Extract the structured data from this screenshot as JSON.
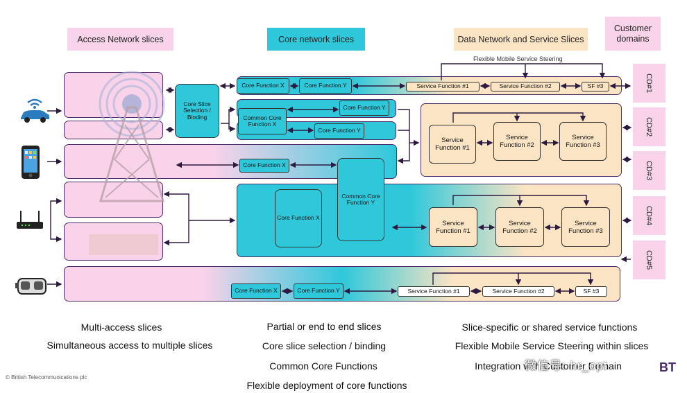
{
  "headers": {
    "access": "Access Network slices",
    "core": "Core network slices",
    "data": "Data Network and Service Slices",
    "customer": "Customer domains"
  },
  "steering_label": "Flexible Mobile Service Steering",
  "customer_domains": [
    "CD#1",
    "CD#2",
    "CD#3",
    "CD#4",
    "CD#5"
  ],
  "core_selection": "Core Slice Selection / Binding",
  "row1": {
    "core_x": "Core Function X",
    "core_y": "Core Function Y",
    "sf1": "Service Function #1",
    "sf2": "Service Function #2",
    "sf3": "SF #3"
  },
  "row2": {
    "common": "Common Core Function X",
    "core_y_a": "Core Function Y",
    "core_y_b": "Core Function Y",
    "svc1": "Service Function #1",
    "svc2": "Service Function #2",
    "svc3": "Service Function #3"
  },
  "row3": {
    "core_x": "Core Function X"
  },
  "row4": {
    "common": "Common Core Function Y",
    "core_x": "Core Function X",
    "svc1": "Service Function #1",
    "svc2": "Service Function #2",
    "svc3": "Service Function #3"
  },
  "row5": {
    "core_x": "Core Function X",
    "core_y": "Core Function Y",
    "sf1": "Service Function #1",
    "sf2": "Service Function #2",
    "sf3": "SF #3"
  },
  "bottom": {
    "col1": [
      "Multi-access slices",
      "Simultaneous access to multiple slices"
    ],
    "col2": [
      "Partial or end to end slices",
      "Core slice selection / binding",
      "Common Core Functions",
      "Flexible deployment of core functions"
    ],
    "col3": [
      "Slice-specific or shared service functions",
      "Flexible Mobile Service Steering within slices",
      "Integration with Customer Domain"
    ]
  },
  "copyright": "© British Telecommunications plc",
  "watermark": "微信号: hr_opt",
  "logo": "BT",
  "icons": [
    "connected-car-icon",
    "smartphone-icon",
    "router-icon",
    "vr-headset-icon",
    "cell-tower-icon"
  ],
  "colors": {
    "pink": "#f9d3ea",
    "cyan": "#2fc8db",
    "peach": "#fbe4c4",
    "border": "#4b2a6b"
  }
}
